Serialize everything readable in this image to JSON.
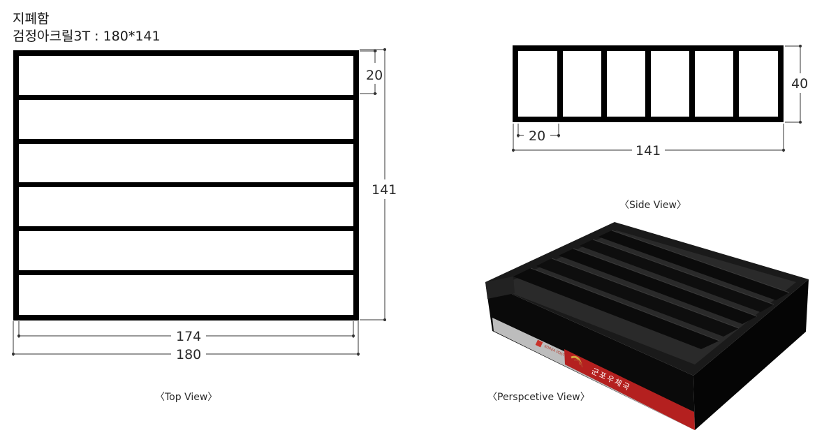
{
  "header": {
    "name": "지폐함",
    "spec": "검정아크릴3T : 180*141"
  },
  "top_view": {
    "caption": "〈Top View〉",
    "dim_pitch": "20",
    "dim_height": "141",
    "dim_inner": "174",
    "dim_outer": "180"
  },
  "side_view": {
    "caption": "〈Side View〉",
    "dim_height": "40",
    "dim_pitch": "20",
    "dim_width": "141"
  },
  "perspective_view": {
    "caption": "〈Perspcetive View〉",
    "front_label": "군포우체국",
    "brand_label": "KOREA POST"
  },
  "colors": {
    "acrylic": "#000000",
    "band_gray": "#bdbdbd",
    "band_red": "#b4201f"
  }
}
